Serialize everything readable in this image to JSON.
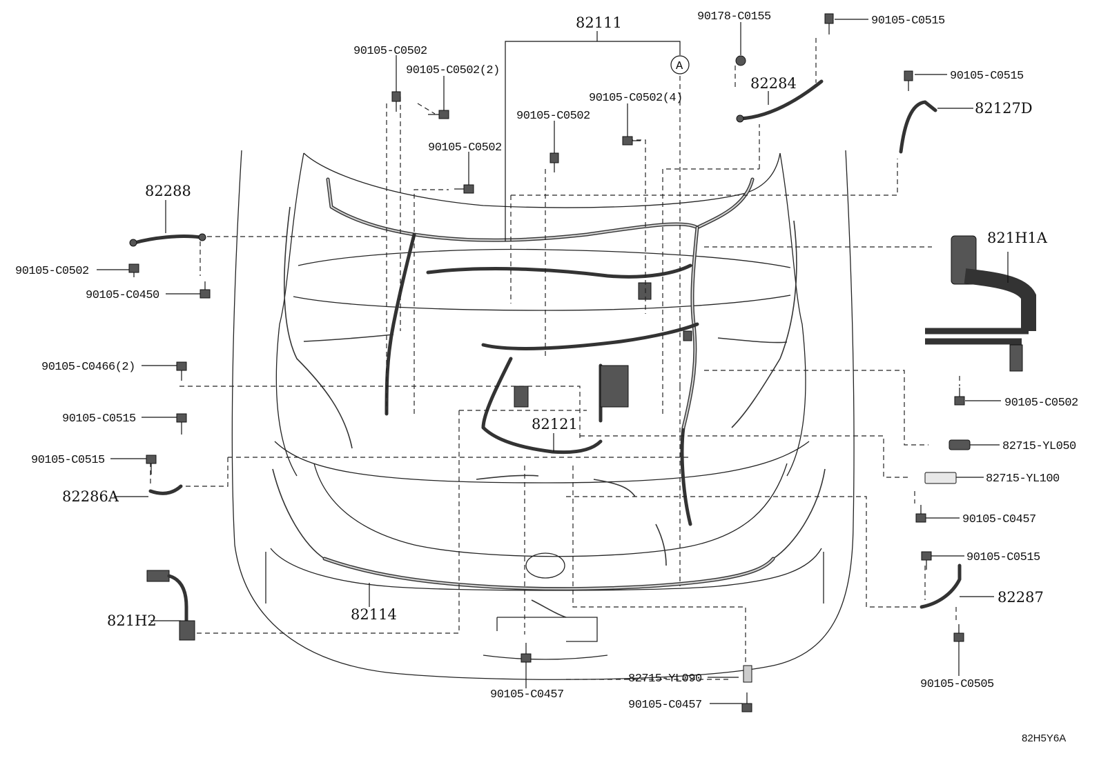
{
  "diagram": {
    "callouts": {
      "p82111": "82111",
      "p82284": "82284",
      "p82127D": "82127D",
      "p82288": "82288",
      "p821H1A": "821H1A",
      "p82121": "82121",
      "p82286A": "82286A",
      "p82287": "82287",
      "p821H2": "821H2",
      "p82114": "82114",
      "circle_a": "A"
    },
    "fasteners": {
      "f_0155": "90178-C0155",
      "f_0515_top": "90105-C0515",
      "f_0502_a": "90105-C0502",
      "f_0502_2": "90105-C0502(2)",
      "f_0515_right": "90105-C0515",
      "f_0502_4": "90105-C0502(4)",
      "f_0502_mid": "90105-C0502",
      "f_0502_b": "90105-C0502",
      "f_0502_left": "90105-C0502",
      "f_0450": "90105-C0450",
      "f_0466_2": "90105-C0466(2)",
      "f_0502_r": "90105-C0502",
      "f_0515_l1": "90105-C0515",
      "f_0515_l2": "90105-C0515",
      "f_yl050": "82715-YL050",
      "f_yl100": "82715-YL100",
      "f_0457_r": "90105-C0457",
      "f_0515_r2": "90105-C0515",
      "f_0505": "90105-C0505",
      "f_yl090": "82715-YL090",
      "f_0457_b1": "90105-C0457",
      "f_0457_b2": "90105-C0457"
    },
    "figure_code": "82H5Y6A"
  }
}
